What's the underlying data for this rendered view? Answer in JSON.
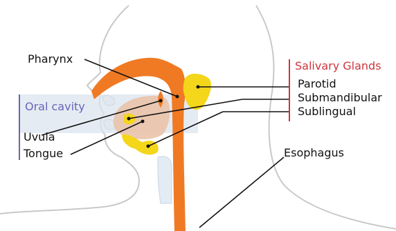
{
  "labels": {
    "pharynx": "Pharynx",
    "oral_cavity": "Oral cavity",
    "uvula": "Uvula",
    "tongue": "Tongue",
    "salivary_glands": "Salivary Glands",
    "parotid": "Parotid",
    "submandibular": "Submandibular",
    "sublingual": "Sublingual",
    "esophagus": "Esophagus"
  },
  "colors": {
    "pharynx_tube": "#f07a24",
    "glands": "#f4d61a",
    "tongue": "#e9c3aa",
    "oral_cavity_box": "#dbe4ef",
    "outline": "#c8c8c8",
    "salivary_label": "#d0343c",
    "oral_label": "#6a64b8"
  }
}
